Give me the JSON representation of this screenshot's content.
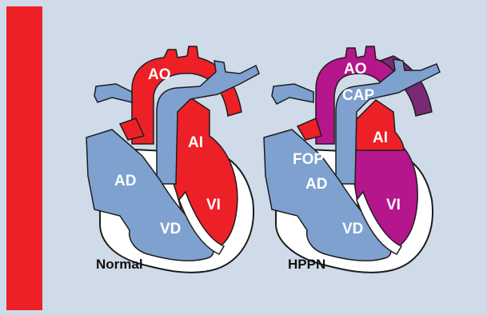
{
  "colors": {
    "background": "#cfdbe9",
    "red_band": "#ee2027",
    "red": "#ee2027",
    "blue": "#7ea1cf",
    "purple": "#b5168c",
    "dark_purple": "#7a2a74",
    "outline": "#1d1d1d",
    "muscle": "#ffffff"
  },
  "normal": {
    "caption": "Normal",
    "labels": {
      "ao": "AO",
      "ai": "AI",
      "ad": "AD",
      "vd": "VD",
      "vi": "VI"
    }
  },
  "hppn": {
    "caption": "HPPN",
    "labels": {
      "ao": "AO",
      "cap": "CAP",
      "ai": "AI",
      "fop": "FOP",
      "ad": "AD",
      "vd": "VD",
      "vi": "VI"
    }
  }
}
